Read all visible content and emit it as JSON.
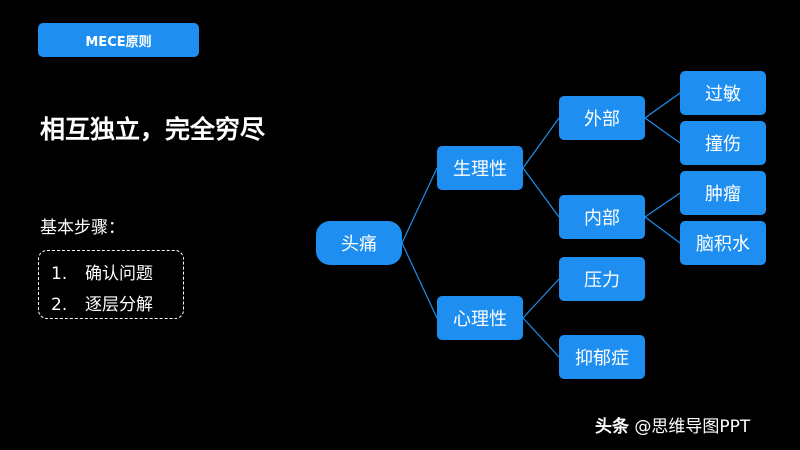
{
  "badge": "MECE原则",
  "headline": "相互独立，完全穷尽",
  "steps": {
    "title": "基本步骤：",
    "items": [
      {
        "num": "1.",
        "text": "确认问题"
      },
      {
        "num": "2.",
        "text": "逐层分解"
      }
    ]
  },
  "tree": {
    "root": "头痛",
    "level1": [
      "生理性",
      "心理性"
    ],
    "level2": [
      "外部",
      "内部",
      "压力",
      "抑郁症"
    ],
    "level3": [
      "过敏",
      "撞伤",
      "肿瘤",
      "脑积水"
    ]
  },
  "watermark": {
    "brand": "头条",
    "handle": "@思维导图PPT"
  },
  "colors": {
    "accent": "#1e8ff0",
    "background": "#000000",
    "text": "#ffffff"
  }
}
